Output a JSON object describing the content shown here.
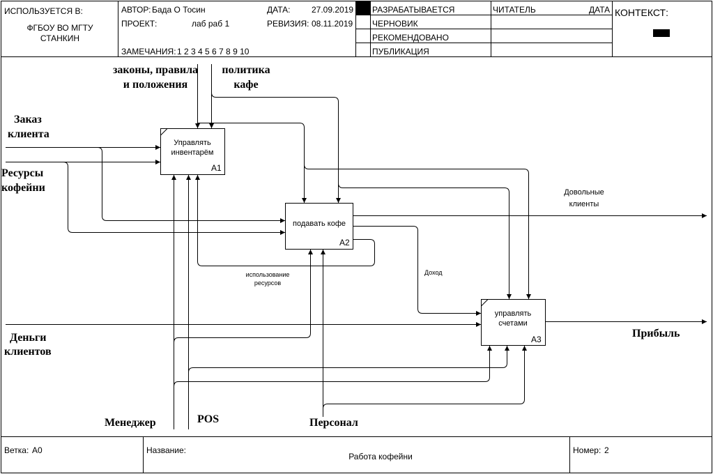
{
  "header": {
    "used_in_label": "ИСПОЛЬЗУЕТСЯ В:",
    "used_in_line1": "ФГБОУ ВО МГТУ",
    "used_in_line2": "СТАНКИН",
    "author_label": "АВТОР:",
    "author_value": "Бада О Тосин",
    "project_label": "ПРОЕКТ:",
    "project_value": "лаб раб 1",
    "notes_label": "ЗАМЕЧАНИЯ:",
    "notes_value": "1 2 3 4 5 6 7 8 9 10",
    "date_label": "ДАТА:",
    "date_value": "27.09.2019",
    "revision_label": "РЕВИЗИЯ:",
    "revision_value": "08.11.2019",
    "status": [
      "РАЗРАБАТЫВАЕТСЯ",
      "ЧЕРНОВИК",
      "РЕКОМЕНДОВАНО",
      "ПУБЛИКАЦИЯ"
    ],
    "reader_label": "ЧИТАТЕЛЬ",
    "reader_date_label": "ДАТА",
    "context_label": "КОНТЕКСТ:"
  },
  "boxes": {
    "a1": {
      "line1": "Управлять",
      "line2": "инвентарём",
      "num": "A1"
    },
    "a2": {
      "line1": "подавать кофе",
      "num": "A2"
    },
    "a3": {
      "line1": "управлять",
      "line2": "счетами",
      "num": "A3"
    }
  },
  "arrows": {
    "laws_line1": "законы, правила",
    "laws_line2": "и положения",
    "policy_line1": "политика",
    "policy_line2": "кафе",
    "order_line1": "Заказ",
    "order_line2": "клиента",
    "resources_line1": "Ресурсы",
    "resources_line2": "кофейни",
    "money_line1": "Деньги",
    "money_line2": "клиентов",
    "happy_line1": "Довольные",
    "happy_line2": "клиенты",
    "income": "Доход",
    "usage_line1": "использование",
    "usage_line2": "ресурсов",
    "profit": "Прибыль",
    "manager": "Менеджер",
    "pos": "POS",
    "staff": "Персонал"
  },
  "footer": {
    "branch_label": "Ветка:",
    "branch_value": "A0",
    "name_label": "Название:",
    "name_value": "Работа кофейни",
    "number_label": "Номер:",
    "number_value": "2"
  }
}
